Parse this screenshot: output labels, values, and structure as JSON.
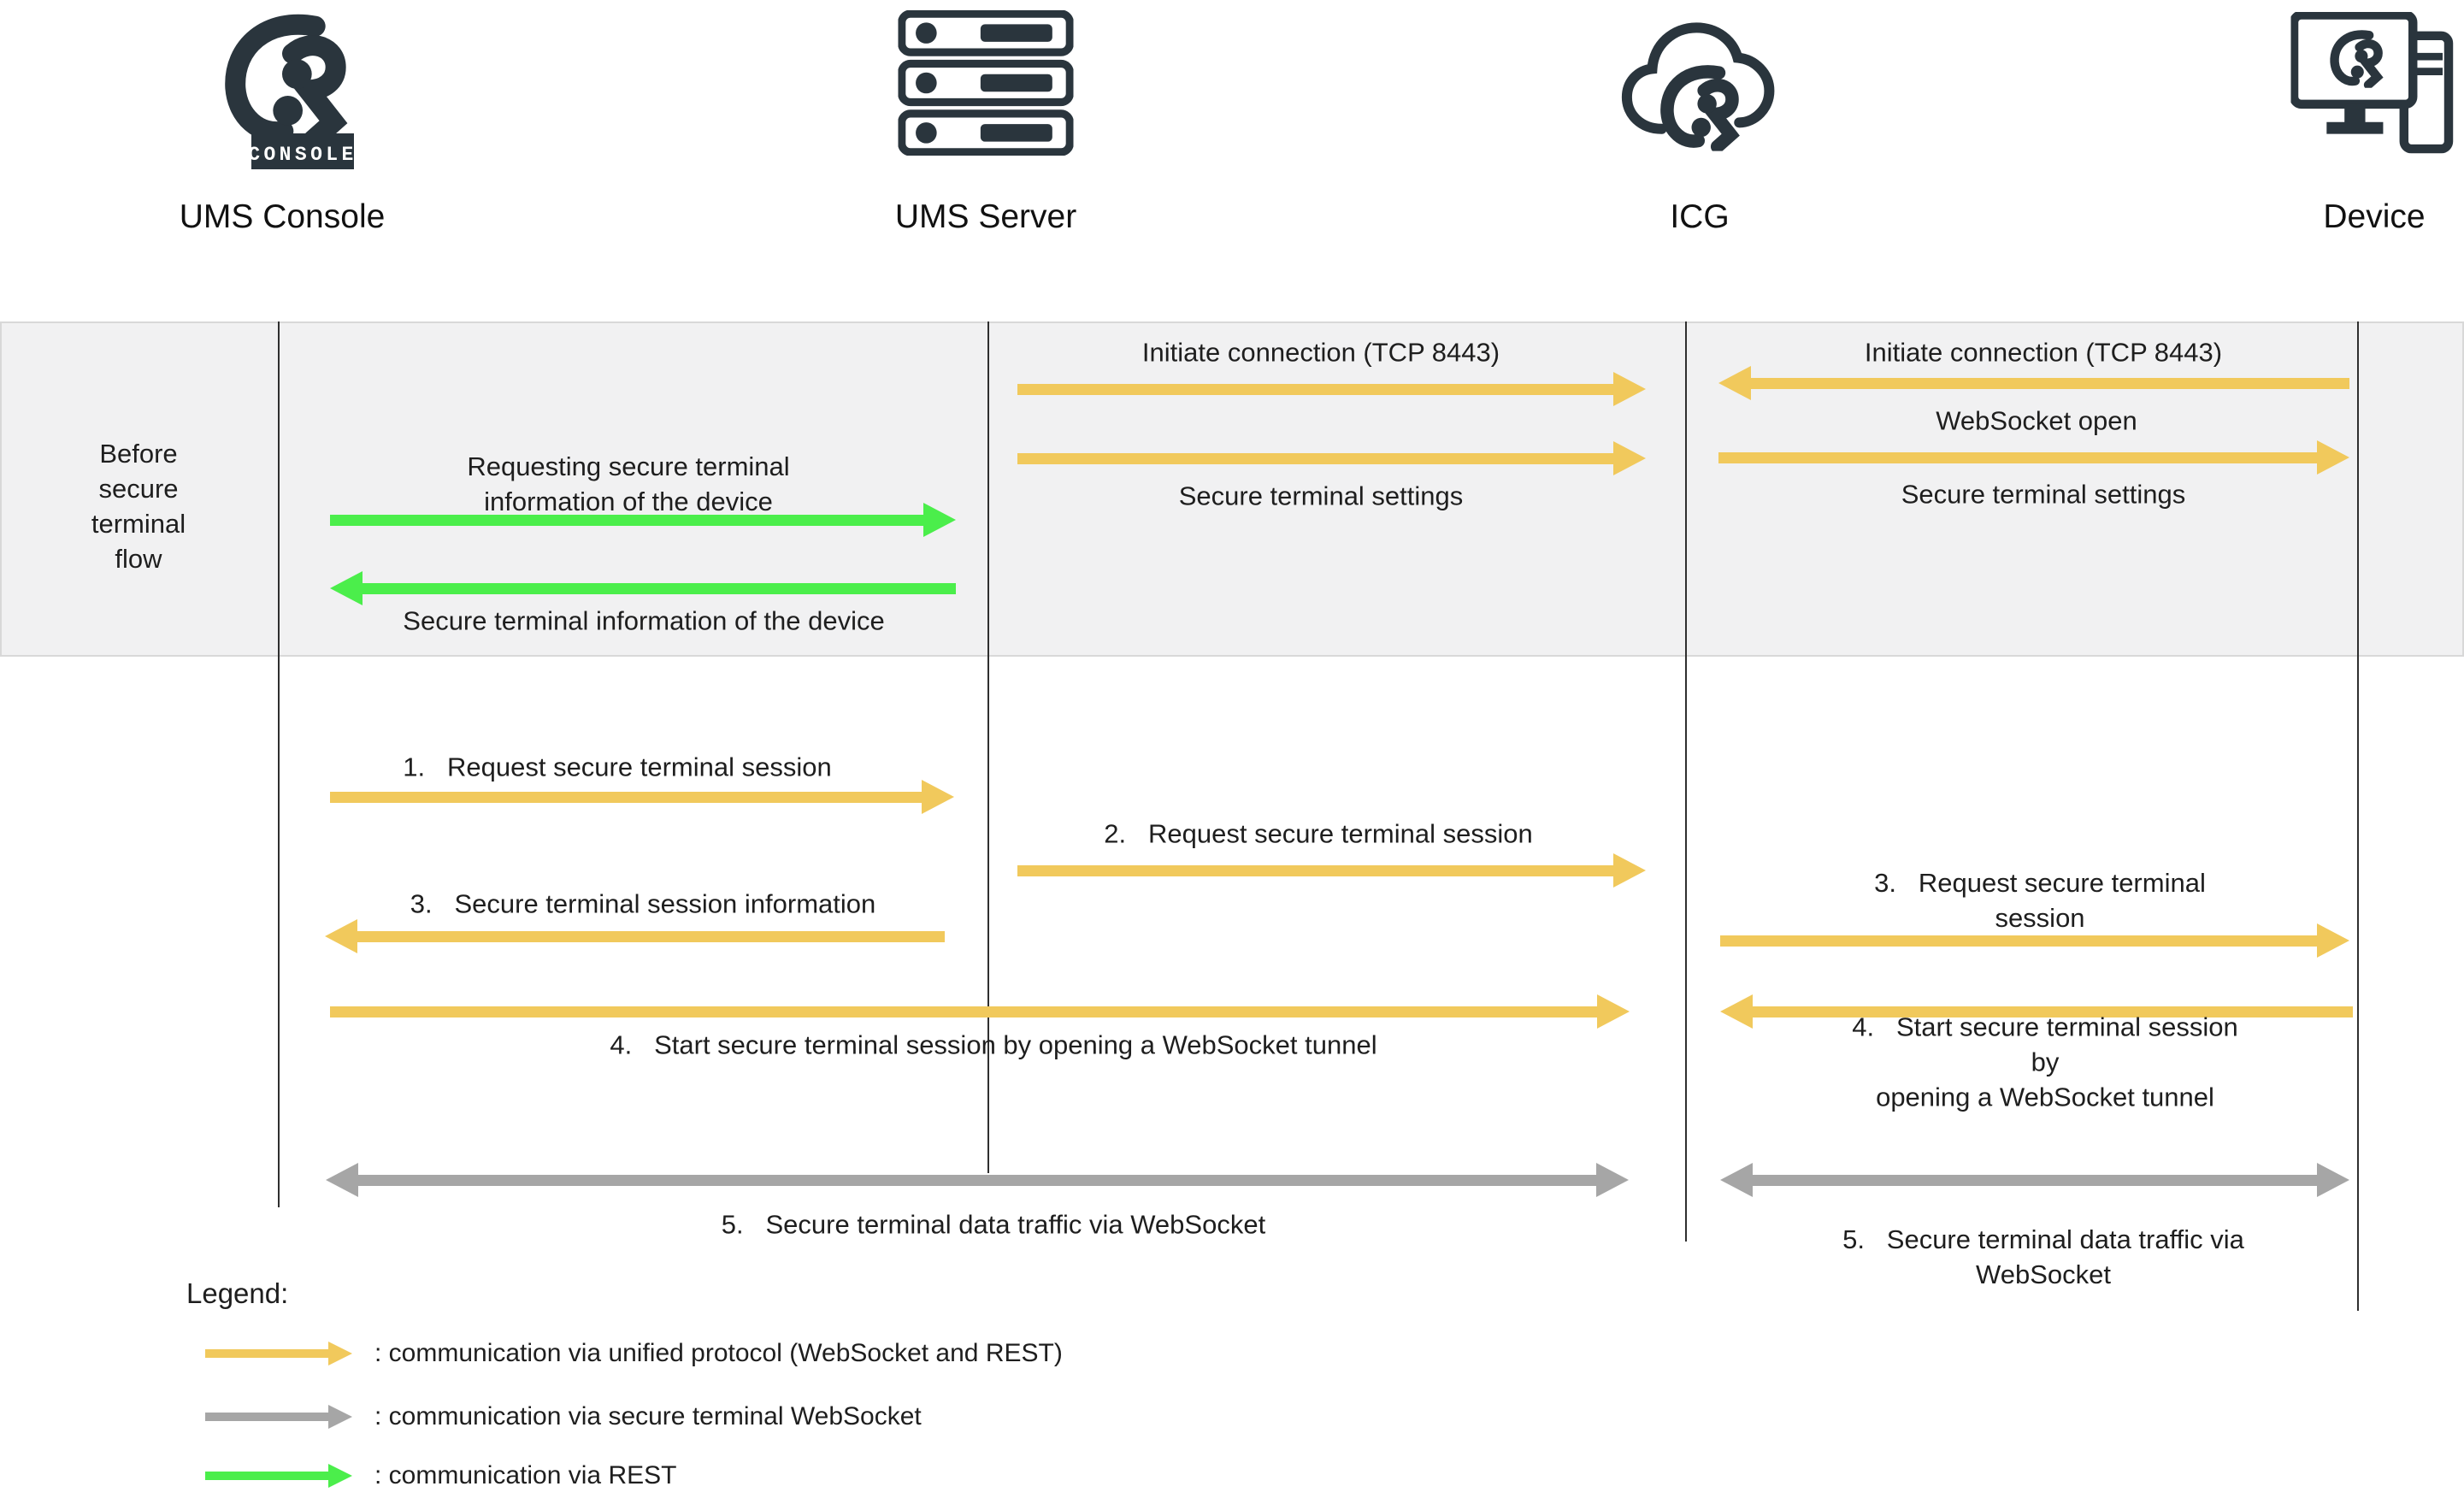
{
  "colors": {
    "dark": "#2A353D",
    "yellow": "#F1C95C",
    "green": "#4BEE4B",
    "gray": "#A6A6A6",
    "band-bg": "#F1F1F2",
    "band-border": "#D8D8D8",
    "text": "#1E1E1E",
    "line": "#2F2F2F"
  },
  "actors": [
    {
      "label": "UMS Console",
      "icon": "ums-console-logo-icon"
    },
    {
      "label": "UMS Server",
      "icon": "server-stack-icon"
    },
    {
      "label": "ICG",
      "icon": "icg-cloud-icon"
    },
    {
      "label": "Device",
      "icon": "device-workstation-icon"
    }
  ],
  "console_banner": "CONSOLE",
  "band": {
    "label": "Before\nsecure\nterminal\nflow"
  },
  "messages": {
    "init_tcp_server_icg": "Initiate connection (TCP 8443)",
    "secure_settings_server_icg": "Secure terminal settings",
    "init_tcp_device_icg": "Initiate connection (TCP 8443)",
    "websocket_open": "WebSocket open",
    "secure_settings_icg_device": "Secure terminal settings",
    "requesting_info": "Requesting secure terminal\ninformation of the device",
    "info_of_device": "Secure terminal information of the device",
    "step1": "1.   Request secure terminal session",
    "step2": "2.   Request secure terminal session",
    "step3_left": "3.   Secure terminal session information",
    "step3_right": "3.   Request secure terminal session",
    "step4_left": "4.   Start secure terminal session by opening a WebSocket tunnel",
    "step4_right": "4.   Start secure terminal session by\nopening a WebSocket tunnel",
    "step5_left": "5.   Secure terminal data traffic via WebSocket",
    "step5_right": "5.   Secure terminal data traffic via\nWebSocket"
  },
  "legend": {
    "title": "Legend:",
    "items": [
      {
        "arrow_color": "yellow",
        "text": ": communication via unified protocol (WebSocket and REST)"
      },
      {
        "arrow_color": "gray",
        "text": ": communication via secure terminal WebSocket"
      },
      {
        "arrow_color": "green",
        "text": ": communication via REST"
      }
    ]
  }
}
